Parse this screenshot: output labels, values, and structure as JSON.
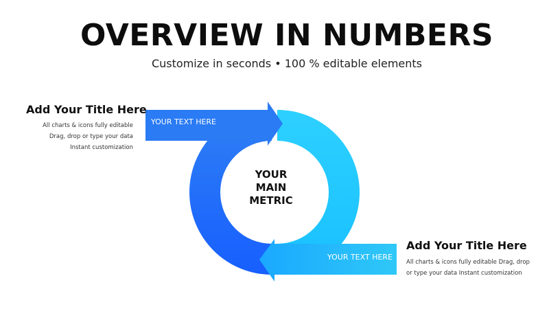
{
  "slide": {
    "title": "OVERVIEW IN NUMBERS",
    "subtitle": "Customize in seconds • 100 % editable elements"
  },
  "diagram": {
    "center": {
      "line1": "YOUR",
      "line2": "MAIN",
      "line3": "METRIC"
    },
    "top_arrow": {
      "label": "YOUR TEXT HERE",
      "color_start": "#2a7bf2",
      "color_end": "#1a63ff"
    },
    "bottom_arrow": {
      "label": "YOUR TEXT HERE",
      "color_start": "#1fb7ff",
      "color_end": "#30c7f5"
    },
    "ring_colors": {
      "blue": "#1b6cff",
      "cyan": "#1cc6ff"
    }
  },
  "left_block": {
    "title": "Add Your Title Here",
    "body": "All charts & icons fully editable Drag, drop or type your data Instant customization"
  },
  "right_block": {
    "title": "Add Your Title Here",
    "body": "All charts & icons fully editable Drag, drop or type your data Instant customization"
  }
}
